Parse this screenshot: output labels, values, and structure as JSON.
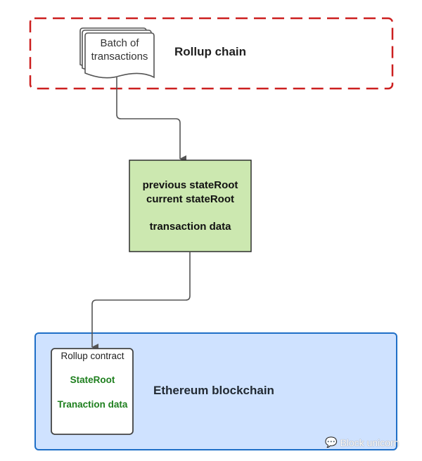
{
  "diagram": {
    "rollup_chain": {
      "title": "Rollup chain",
      "batch_label_line1": "Batch of",
      "batch_label_line2": "transactions",
      "border_color": "#cc1f1f"
    },
    "state_box": {
      "line1": "previous stateRoot",
      "line2": "current stateRoot",
      "line3": "transaction data",
      "fill_color": "#cce8b0"
    },
    "ethereum": {
      "title": "Ethereum blockchain",
      "fill_color": "#cfe2ff",
      "border_color": "#1f6fc7",
      "contract": {
        "title": "Rollup contract",
        "item1": "StateRoot",
        "item2": "Tranaction data",
        "item_color": "#1e7f1e"
      }
    },
    "connector_color": "#555555"
  },
  "watermark": {
    "icon": "wechat-icon",
    "text": "Block unicorn"
  }
}
